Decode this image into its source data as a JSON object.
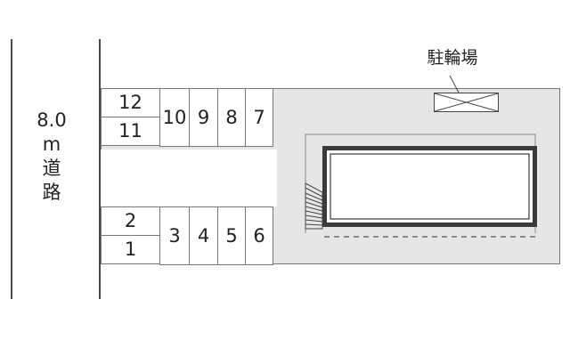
{
  "road": {
    "lines": [
      "8.0",
      "m",
      "道",
      "路"
    ]
  },
  "bike_parking": {
    "label": "駐輪場"
  },
  "parking": {
    "top_stacked": [
      "12",
      "11"
    ],
    "top_row": [
      "10",
      "9",
      "8",
      "7"
    ],
    "bottom_stacked": [
      "2",
      "1"
    ],
    "bottom_row": [
      "3",
      "4",
      "5",
      "6"
    ]
  }
}
